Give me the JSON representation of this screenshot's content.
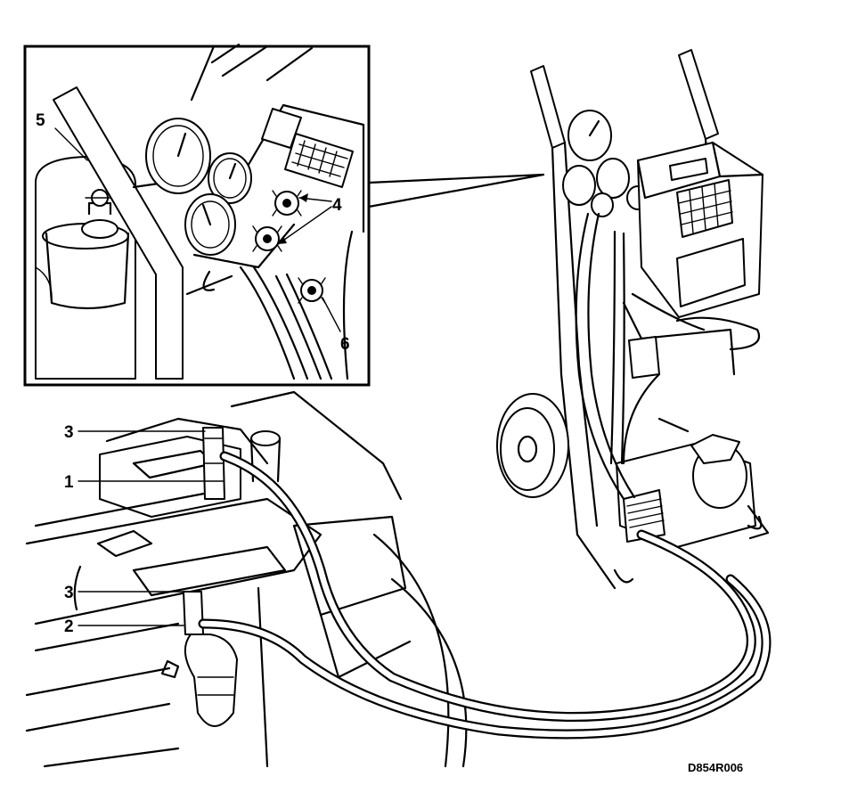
{
  "diagram": {
    "reference_code": "D854R006",
    "callouts": {
      "c1": "1",
      "c2": "2",
      "c3a": "3",
      "c3b": "3",
      "c4": "4",
      "c5": "5",
      "c6": "6"
    }
  },
  "colors": {
    "line": "#000000",
    "background": "#ffffff"
  }
}
